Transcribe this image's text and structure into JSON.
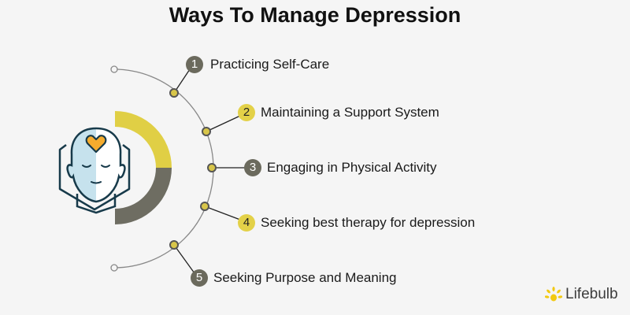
{
  "title": "Ways To Manage Depression",
  "steps": [
    {
      "number": "1",
      "label": "Practicing Self-Care"
    },
    {
      "number": "2",
      "label": "Maintaining a Support System"
    },
    {
      "number": "3",
      "label": "Engaging in Physical Activity"
    },
    {
      "number": "4",
      "label": "Seeking best therapy for depression"
    },
    {
      "number": "5",
      "label": "Seeking Purpose and Meaning"
    }
  ],
  "brand": {
    "name": "Lifebulb"
  },
  "colors": {
    "dark": "#6b6a5d",
    "yellow": "#e3d148",
    "background": "#f5f5f5"
  }
}
